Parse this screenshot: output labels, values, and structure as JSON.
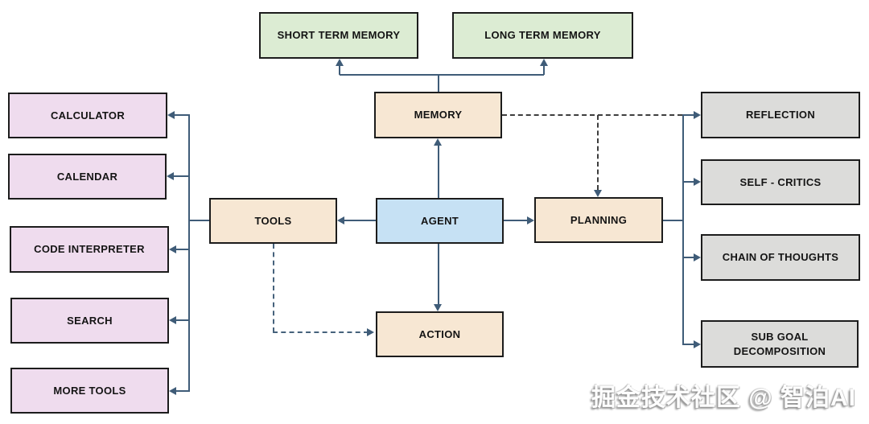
{
  "nodes": {
    "short_term_memory": {
      "label": "SHORT TERM MEMORY",
      "fill": "#dcecd3"
    },
    "long_term_memory": {
      "label": "LONG TERM MEMORY",
      "fill": "#dcecd3"
    },
    "memory": {
      "label": "MEMORY",
      "fill": "#f7e7d3"
    },
    "agent": {
      "label": "AGENT",
      "fill": "#c6e1f4"
    },
    "tools": {
      "label": "TOOLS",
      "fill": "#f7e7d3"
    },
    "planning": {
      "label": "PLANNING",
      "fill": "#f7e7d3"
    },
    "action": {
      "label": "ACTION",
      "fill": "#f7e7d3"
    },
    "calculator": {
      "label": "CALCULATOR",
      "fill": "#efdcee"
    },
    "calendar": {
      "label": "CALENDAR",
      "fill": "#efdcee"
    },
    "code_interpreter": {
      "label": "CODE INTERPRETER",
      "fill": "#efdcee"
    },
    "search": {
      "label": "SEARCH",
      "fill": "#efdcee"
    },
    "more_tools": {
      "label": "MORE TOOLS",
      "fill": "#efdcee"
    },
    "reflection": {
      "label": "REFLECTION",
      "fill": "#dcdcda"
    },
    "self_critics": {
      "label": "SELF - CRITICS",
      "fill": "#dcdcda"
    },
    "chain_of_thoughts": {
      "label": "CHAIN OF THOUGHTS",
      "fill": "#dcdcda"
    },
    "sub_goal_decomposition": {
      "label": "SUB GOAL\nDECOMPOSITION",
      "fill": "#dcdcda"
    }
  },
  "edges": [
    {
      "from": "memory",
      "to": "short_term_memory",
      "style": "solid-arrow"
    },
    {
      "from": "memory",
      "to": "long_term_memory",
      "style": "solid-arrow"
    },
    {
      "from": "agent",
      "to": "memory",
      "style": "solid-arrow"
    },
    {
      "from": "agent",
      "to": "tools",
      "style": "solid-arrow"
    },
    {
      "from": "agent",
      "to": "planning",
      "style": "solid-arrow"
    },
    {
      "from": "agent",
      "to": "action",
      "style": "solid-arrow"
    },
    {
      "from": "memory",
      "to": "planning",
      "style": "dashed-arrow"
    },
    {
      "from": "memory",
      "to": "reflection",
      "style": "dashed-then-solid-arrow"
    },
    {
      "from": "tools",
      "to": "action",
      "style": "dashed-arrow"
    },
    {
      "from": "tools",
      "to": "calculator",
      "style": "solid-arrow"
    },
    {
      "from": "tools",
      "to": "calendar",
      "style": "solid-arrow"
    },
    {
      "from": "tools",
      "to": "code_interpreter",
      "style": "solid-arrow"
    },
    {
      "from": "tools",
      "to": "search",
      "style": "solid-arrow"
    },
    {
      "from": "tools",
      "to": "more_tools",
      "style": "solid-arrow"
    },
    {
      "from": "planning",
      "to": "reflection",
      "style": "solid-arrow"
    },
    {
      "from": "planning",
      "to": "self_critics",
      "style": "solid-arrow"
    },
    {
      "from": "planning",
      "to": "chain_of_thoughts",
      "style": "solid-arrow"
    },
    {
      "from": "planning",
      "to": "sub_goal_decomposition",
      "style": "solid-arrow"
    }
  ],
  "colors": {
    "background": "#ffffff",
    "node_border": "#1c1c1c",
    "green_fill": "#dcecd3",
    "peach_fill": "#f7e7d3",
    "blue_fill": "#c6e1f4",
    "purple_fill": "#efdcee",
    "gray_fill": "#dcdcda",
    "arrow": "#3f5c78",
    "dashed_dark": "#3d3d3d",
    "dashed_blue": "#46627c"
  },
  "watermark": {
    "text": "掘金技术社区 @ 智泊AI"
  }
}
